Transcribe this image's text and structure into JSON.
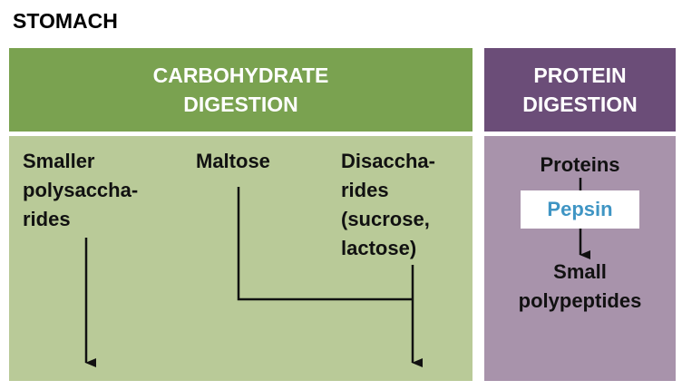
{
  "title": "STOMACH",
  "carbohydrate": {
    "header": "CARBOHYDRATE\nDIGESTION",
    "items": {
      "smaller_polysaccharides": "Smaller\npolysaccha-\nrides",
      "maltose": "Maltose",
      "disaccharides": "Disaccha-\nrides\n(sucrose,\nlactose)"
    }
  },
  "protein": {
    "header": "PROTEIN\nDIGESTION",
    "input": "Proteins",
    "enzyme": "Pepsin",
    "output": "Small\npolypeptides"
  },
  "colors": {
    "carb_header": "#7aa250",
    "carb_body": "#b9ca98",
    "protein_header": "#6b4d78",
    "protein_body": "#a893ab",
    "enzyme_text": "#3f95c4"
  }
}
